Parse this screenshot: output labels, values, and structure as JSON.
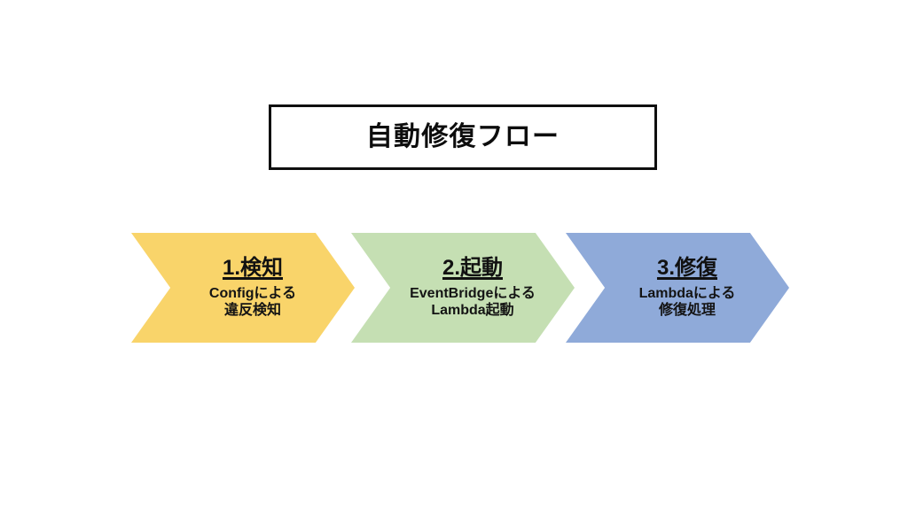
{
  "slide": {
    "background_color": "#FFFFFF",
    "title": {
      "text": "自動修復フロー",
      "border_color": "#0F0F0F",
      "text_color": "#0D0D0D"
    }
  },
  "flow": {
    "type": "process-chevron-flow",
    "direction": "left-to-right",
    "steps": [
      {
        "number": "1.",
        "heading": "1.検知",
        "desc_line1": "Configによる",
        "desc_line2": "違反検知",
        "fill_color": "#F9D46A",
        "text_color": "#111111"
      },
      {
        "number": "2.",
        "heading": "2.起動",
        "desc_line1": "EventBridgeによる",
        "desc_line2": "Lambda起動",
        "fill_color": "#C5DFB3",
        "text_color": "#111111"
      },
      {
        "number": "3.",
        "heading": "3.修復",
        "desc_line1": "Lambdaによる",
        "desc_line2": "修復処理",
        "fill_color": "#8FAAD9",
        "text_color": "#111111"
      }
    ]
  }
}
